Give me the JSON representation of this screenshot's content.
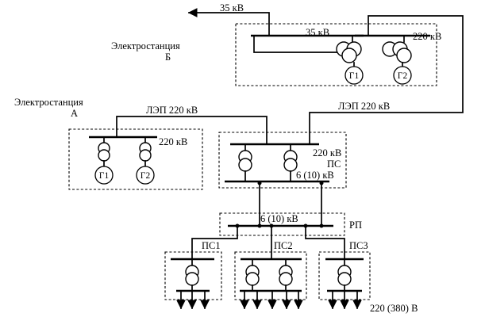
{
  "stations": {
    "b": {
      "title": "Электростанция",
      "letter": "Б"
    },
    "a": {
      "title": "Электростанция",
      "letter": "А"
    }
  },
  "voltages": {
    "out_35": "35 кВ",
    "bus_35": "35 кВ",
    "bus_220_b": "220 кВ",
    "bus_220_a": "220 кВ",
    "bus_220_ps": "220 кВ",
    "ps_lv": "6 (10) кВ",
    "rp_bus": "6 (10) кВ",
    "consumer": "220 (380) В"
  },
  "lines": {
    "lep_a": "ЛЭП 220 кВ",
    "lep_b": "ЛЭП 220 кВ"
  },
  "nodes": {
    "ps": "ПС",
    "rp": "РП",
    "ps1": "ПС1",
    "ps2": "ПС2",
    "ps3": "ПС3"
  },
  "generators": {
    "b1": "Г1",
    "b2": "Г2",
    "a1": "Г1",
    "a2": "Г2"
  }
}
